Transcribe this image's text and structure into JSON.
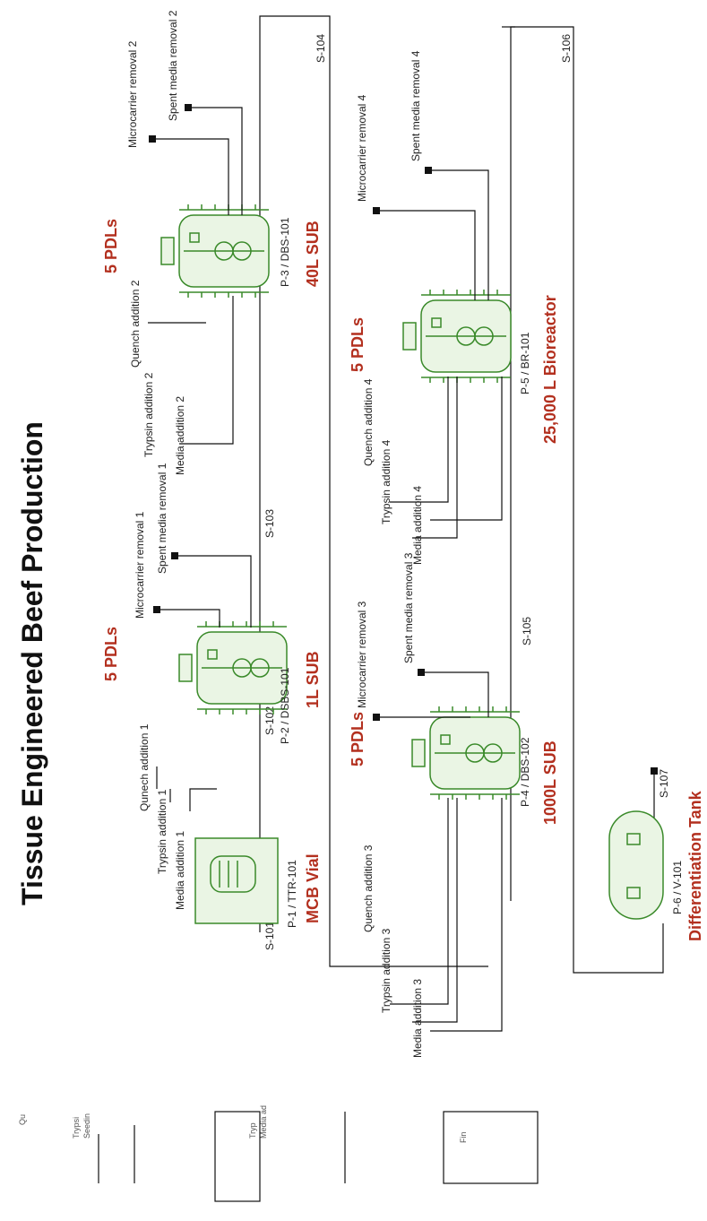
{
  "title": "Tissue Engineered Beef Production",
  "units": [
    {
      "id": "P-1 / TTR-101",
      "name": "MCB Vial"
    },
    {
      "id": "P-2 / DSBS-101",
      "name": "1L SUB"
    },
    {
      "id": "P-3 / DBS-101",
      "name": "40L SUB"
    },
    {
      "id": "P-4 / DBS-102",
      "name": "1000L SUB"
    },
    {
      "id": "P-5 / BR-101",
      "name": "25,000 L Bioreactor"
    },
    {
      "id": "P-6 / V-101",
      "name": "Differentiation Tank"
    }
  ],
  "pdl_label": "5 PDLs",
  "streams": [
    "S-101",
    "S-102",
    "S-103",
    "S-104",
    "S-105",
    "S-106",
    "S-107"
  ],
  "inputs": {
    "u2": [
      "Media addition 1",
      "Trypsin addition 1",
      "Qunech addition 1"
    ],
    "u3": [
      "Media addition 2",
      "Trypsin addition 2",
      "Quench addition 2"
    ],
    "u4": [
      "Media addition 3",
      "Trypsin addition 3",
      "Quench addition 3"
    ],
    "u5": [
      "Media addition 4",
      "Trypsin addition 4",
      "Quench addition 4"
    ]
  },
  "outputs": {
    "u2": [
      "Microcarrier removal 1",
      "Spent media removal 1"
    ],
    "u3": [
      "Microcarrier removal 2",
      "Spent media removal 2"
    ],
    "u4": [
      "Microcarrier removal 3",
      "Spent media removal 3"
    ],
    "u5": [
      "Microcarrier removal 4",
      "Spent media removal 4"
    ]
  },
  "fragments": [
    "Qu",
    "Trypsi",
    "Seedin",
    "Tryp",
    "Media ad",
    "Fin"
  ]
}
